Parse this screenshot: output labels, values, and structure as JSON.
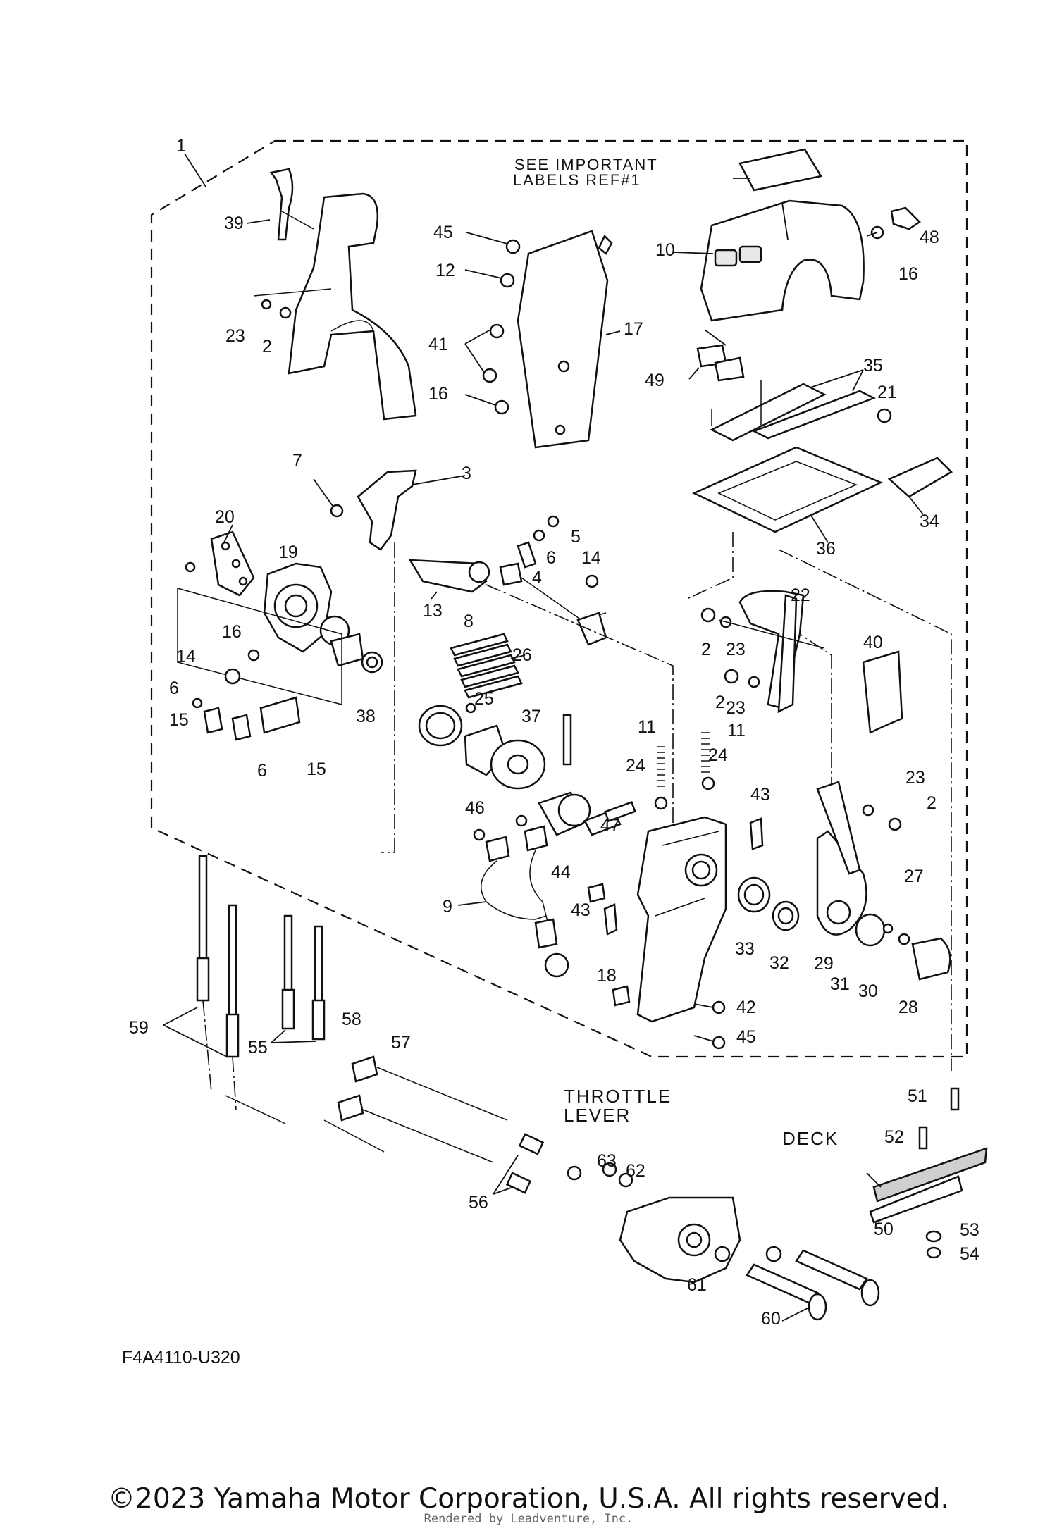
{
  "diagram": {
    "notes": {
      "important_labels": [
        "SEE IMPORTANT",
        "LABELS REF#1"
      ],
      "throttle_lever": [
        "THROTTLE",
        "LEVER"
      ],
      "deck": "DECK"
    },
    "diagram_code": "F4A4110-U320",
    "callouts": [
      "1",
      "39",
      "23",
      "2",
      "45",
      "12",
      "41",
      "16",
      "17",
      "10",
      "16",
      "48",
      "49",
      "35",
      "21",
      "7",
      "3",
      "20",
      "19",
      "16",
      "14",
      "6",
      "15",
      "38",
      "13",
      "5",
      "6",
      "4",
      "14",
      "8",
      "36",
      "34",
      "22",
      "40",
      "2",
      "23",
      "2",
      "23",
      "26",
      "25",
      "37",
      "11",
      "11",
      "24",
      "24",
      "43",
      "23",
      "2",
      "27",
      "6",
      "15",
      "46",
      "47",
      "44",
      "9",
      "43",
      "33",
      "32",
      "29",
      "31",
      "30",
      "28",
      "18",
      "42",
      "45",
      "59",
      "55",
      "58",
      "57",
      "56",
      "51",
      "52",
      "50",
      "53",
      "54",
      "63",
      "62",
      "61",
      "60"
    ]
  },
  "footer": {
    "copyright": "©2023 Yamaha Motor Corporation, U.S.A. All rights reserved.",
    "rendered_by": "Rendered by Leadventure, Inc."
  }
}
